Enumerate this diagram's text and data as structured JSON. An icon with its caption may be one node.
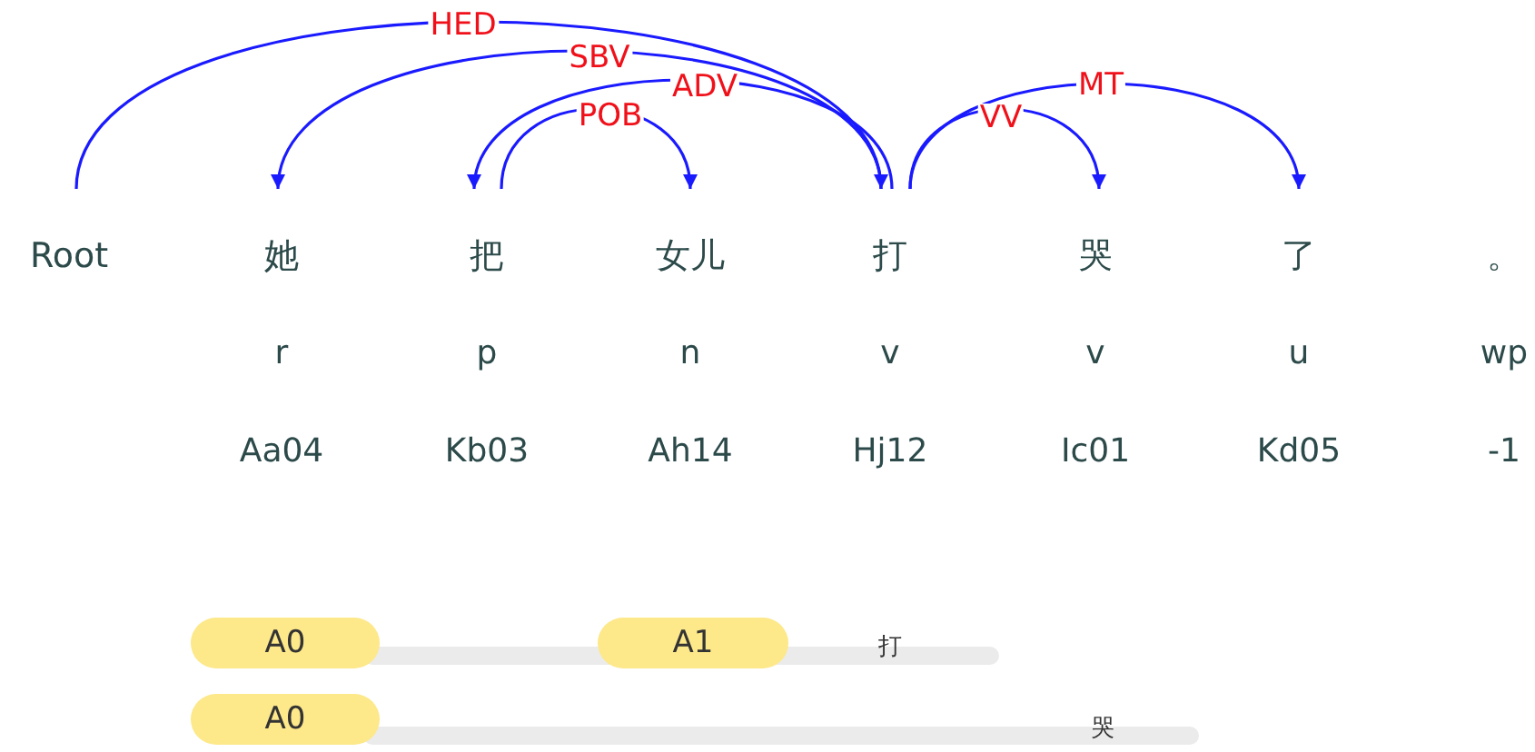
{
  "diagram": {
    "nodes": [
      {
        "text": [
          "Root"
        ]
      },
      {
        "text": [
          "她"
        ]
      },
      {
        "text": [
          "把"
        ]
      },
      {
        "text": [
          "女儿"
        ]
      },
      {
        "text": [
          "打"
        ]
      },
      {
        "text": [
          "哭"
        ]
      },
      {
        "text": [
          "了"
        ]
      },
      {
        "text": [
          "。"
        ]
      },
      {
        "text": [
          "A0"
        ]
      },
      {
        "text": [
          "A1"
        ]
      },
      {
        "text": [
          "A0"
        ]
      }
    ],
    "edges": [
      {
        "from": 0,
        "to": 4,
        "arrow": "to",
        "label": "HED"
      },
      {
        "from": 4,
        "to": 1,
        "arrow": "to",
        "label": "SBV"
      },
      {
        "from": 4,
        "to": 2,
        "arrow": "to",
        "label": "ADV"
      },
      {
        "from": 2,
        "to": 3,
        "arrow": "to",
        "label": "POB"
      },
      {
        "from": 4,
        "to": 5,
        "arrow": "to",
        "label": "VV"
      },
      {
        "from": 4,
        "to": 6,
        "arrow": "to",
        "label": "MT"
      }
    ],
    "labels": [
      "r",
      "p",
      "n",
      "v",
      "v",
      "u",
      "wp",
      "Aa04",
      "Kb03",
      "Ah14",
      "Hj12",
      "Ic01",
      "Kd05",
      "-1",
      "打",
      "哭"
    ]
  }
}
